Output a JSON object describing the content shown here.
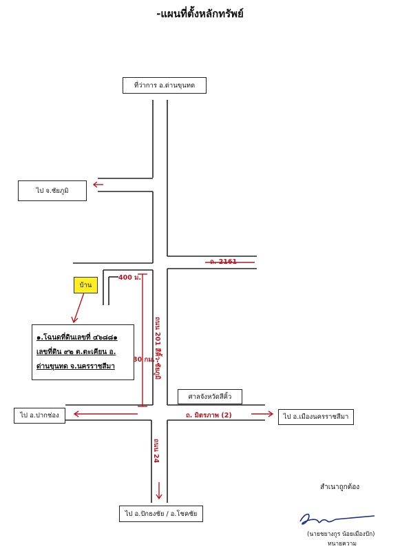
{
  "title": "-แผนที่ตั้งหลักทรัพย์",
  "boxes": {
    "north": "ที่ว่าการ อ.ด่านขุนทด",
    "west_top": "ไป จ.ชัยภูมิ",
    "west_bottom": "ไป อ.ปากช่อง",
    "east_bottom": "ไป อ.เมืองนครราชสีมา",
    "south": "ไป อ.ปักธงชัย / อ.โชคชัย",
    "court": "ศาลจังหวัดสีคิ้ว"
  },
  "house_label": "บ้าน",
  "note_lines": [
    "๑.โฉนดที่ดินเลขที่ ๔๖๘๘๑",
    "เลขที่ดิน ๙๒ ต.ตะเคียน อ.",
    "ด่านขุนทด จ.นครราชสีมา"
  ],
  "road_labels": {
    "road_2161": "ถ. 2161",
    "distance_400": "400 ม.",
    "distance_30km": "30 กม.",
    "road_201": "ถนน 201 สีคิ้ว-ชัยภูมิ",
    "mittraphap": "ถ. มิตรภาพ (2)",
    "road_24": "ถนน 24"
  },
  "certify": "สำเนาถูกต้อง",
  "signature_name": "(นายชยางกูร น้อยเมืองปัก)",
  "signature_title": "ทนายความ",
  "colors": {
    "annotation_red": "#b8141e",
    "house_yellow": "#ffee22",
    "line": "#222222",
    "signature_blue": "#1a2a8a"
  }
}
